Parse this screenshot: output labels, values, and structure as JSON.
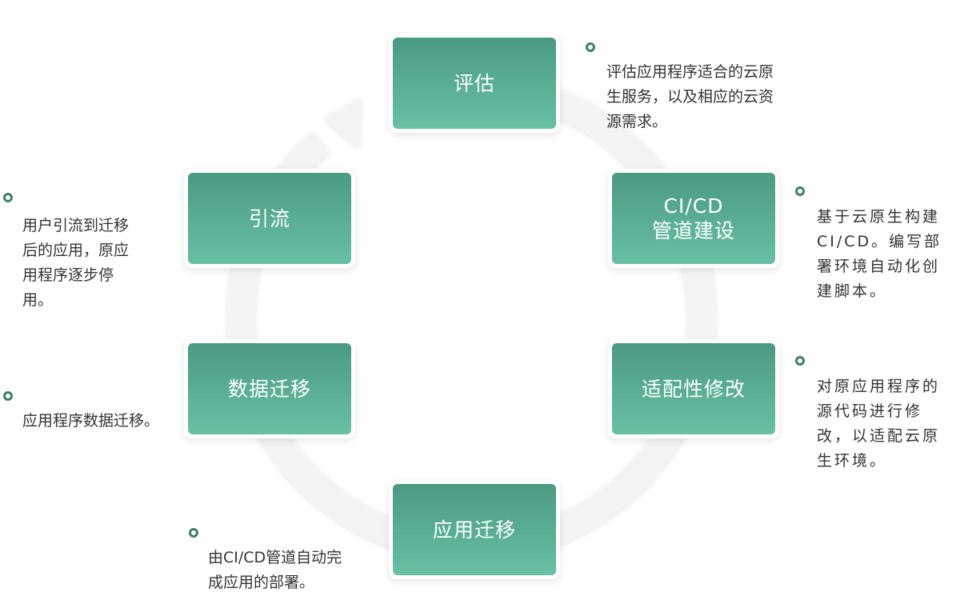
{
  "steps": [
    {
      "id": "assess",
      "label": "评估"
    },
    {
      "id": "cicd",
      "label": "CI/CD\n管道建设"
    },
    {
      "id": "adapt",
      "label": "适配性修改"
    },
    {
      "id": "migrate-app",
      "label": "应用迁移"
    },
    {
      "id": "migrate-data",
      "label": "数据迁移"
    },
    {
      "id": "traffic",
      "label": "引流"
    }
  ],
  "notes": [
    {
      "id": "assess",
      "text": "评估应用程序适合的云原\n生服务，以及相应的云资\n源需求。"
    },
    {
      "id": "cicd",
      "text": "基于云原生构建\nCI/CD。编写部\n署环境自动化创\n建脚本。"
    },
    {
      "id": "adapt",
      "text": "对原应用程序的\n源代码进行修\n改，以适配云原\n生环境。"
    },
    {
      "id": "migrate-app",
      "text": "由CI/CD管道自动完\n成应用的部署。"
    },
    {
      "id": "migrate-data",
      "text": "应用程序数据迁移。"
    },
    {
      "id": "traffic",
      "text": "用户引流到迁移\n后的应用，原应\n用程序逐步停\n用。"
    }
  ],
  "colors": {
    "box_top": "#4a9a83",
    "box_bottom": "#68c0a5",
    "bullet": "#3f7f6a",
    "text": "#333333",
    "ring": "#f3f3f3"
  }
}
